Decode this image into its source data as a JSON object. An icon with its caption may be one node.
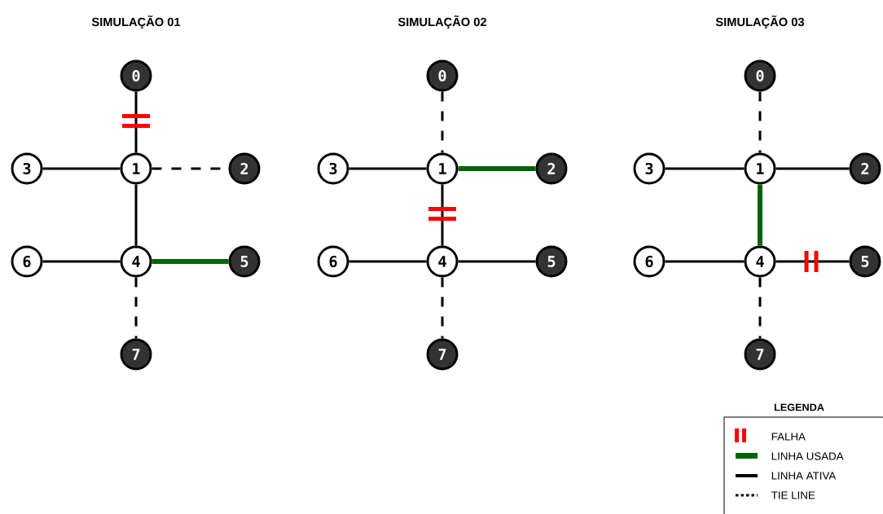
{
  "diagram": {
    "nodes": [
      {
        "text": [
          "0"
        ]
      },
      {
        "text": [
          "3"
        ]
      },
      {
        "text": [
          "1"
        ]
      },
      {
        "text": [
          "2"
        ]
      },
      {
        "text": [
          "6"
        ]
      },
      {
        "text": [
          "4"
        ]
      },
      {
        "text": [
          "5"
        ]
      },
      {
        "text": [
          "7"
        ]
      },
      {
        "text": [
          "0"
        ]
      },
      {
        "text": [
          "3"
        ]
      },
      {
        "text": [
          "1"
        ]
      },
      {
        "text": [
          "2"
        ]
      },
      {
        "text": [
          "6"
        ]
      },
      {
        "text": [
          "4"
        ]
      },
      {
        "text": [
          "5"
        ]
      },
      {
        "text": [
          "7"
        ]
      },
      {
        "text": [
          "0"
        ]
      },
      {
        "text": [
          "3"
        ]
      },
      {
        "text": [
          "1"
        ]
      },
      {
        "text": [
          "2"
        ]
      },
      {
        "text": [
          "6"
        ]
      },
      {
        "text": [
          "4"
        ]
      },
      {
        "text": [
          "5"
        ]
      },
      {
        "text": [
          "7"
        ]
      }
    ],
    "edges": [
      {
        "from": 0,
        "to": 2,
        "arrow": "none"
      },
      {
        "from": 1,
        "to": 2,
        "arrow": "none"
      },
      {
        "from": 2,
        "to": 3,
        "arrow": "none",
        "style": "dashed"
      },
      {
        "from": 2,
        "to": 5,
        "arrow": "none"
      },
      {
        "from": 4,
        "to": 5,
        "arrow": "none"
      },
      {
        "from": 5,
        "to": 6,
        "arrow": "none",
        "style": "thick",
        "color": "#006400"
      },
      {
        "from": 5,
        "to": 7,
        "arrow": "none",
        "style": "dashed"
      },
      {
        "from": 8,
        "to": 10,
        "arrow": "none",
        "style": "dashed"
      },
      {
        "from": 9,
        "to": 10,
        "arrow": "none"
      },
      {
        "from": 10,
        "to": 11,
        "arrow": "none",
        "style": "thick",
        "color": "#006400"
      },
      {
        "from": 10,
        "to": 13,
        "arrow": "none"
      },
      {
        "from": 12,
        "to": 13,
        "arrow": "none"
      },
      {
        "from": 13,
        "to": 14,
        "arrow": "none"
      },
      {
        "from": 13,
        "to": 15,
        "arrow": "none",
        "style": "dashed"
      },
      {
        "from": 16,
        "to": 18,
        "arrow": "none",
        "style": "dashed"
      },
      {
        "from": 17,
        "to": 18,
        "arrow": "none"
      },
      {
        "from": 18,
        "to": 19,
        "arrow": "none"
      },
      {
        "from": 18,
        "to": 21,
        "arrow": "none",
        "style": "thick",
        "color": "#006400"
      },
      {
        "from": 20,
        "to": 21,
        "arrow": "none"
      },
      {
        "from": 21,
        "to": 22,
        "arrow": "none"
      },
      {
        "from": 21,
        "to": 23,
        "arrow": "none",
        "style": "dashed"
      }
    ],
    "labels": [
      "SIMULAÇÃO 01",
      "SIMULAÇÃO 02",
      "SIMULAÇÃO 03",
      "LEGENDA"
    ],
    "legend": [
      {
        "text": "FALHA",
        "color": "#ff0000"
      },
      {
        "text": "LINHA USADA",
        "color": "#006400"
      },
      {
        "text": "LINHA ATIVA",
        "color": "#000000"
      },
      {
        "text": "TIE LINE"
      }
    ]
  }
}
